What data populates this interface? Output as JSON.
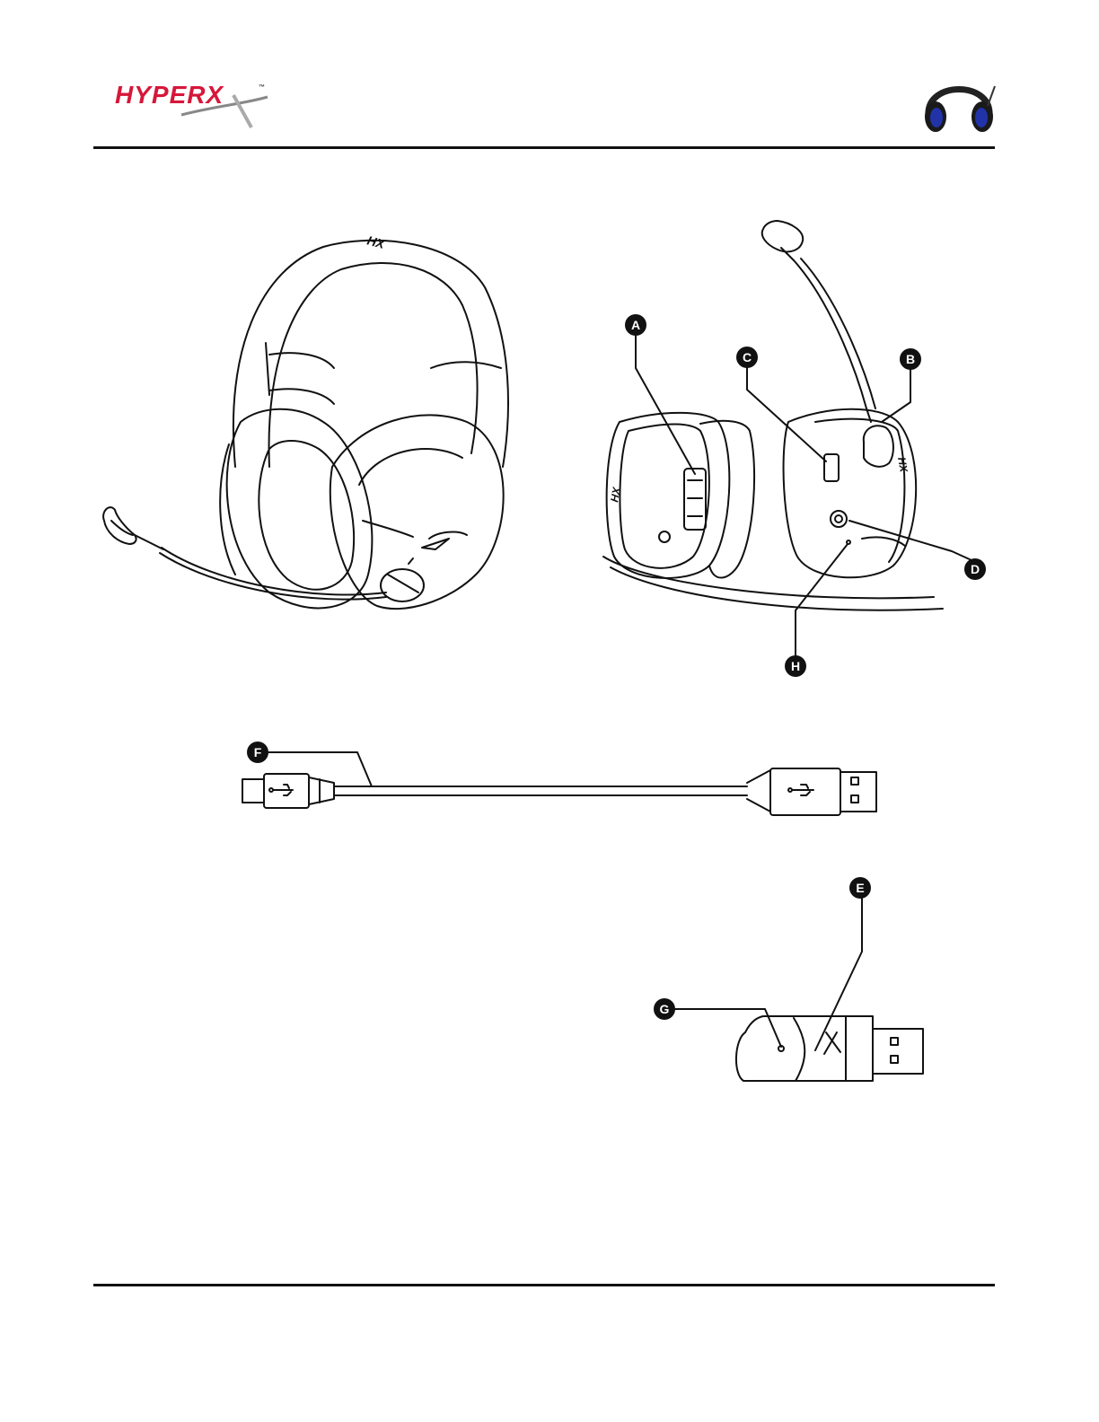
{
  "brand": {
    "logo_text": "HYPERX",
    "trademark": "™"
  },
  "callouts": {
    "A": "A",
    "B": "B",
    "C": "C",
    "D": "D",
    "E": "E",
    "F": "F",
    "G": "G",
    "H": "H"
  },
  "colors": {
    "brand_red": "#d6173a",
    "line": "#111111",
    "callout_fill": "#111111",
    "thumb_accent": "#2233aa"
  }
}
